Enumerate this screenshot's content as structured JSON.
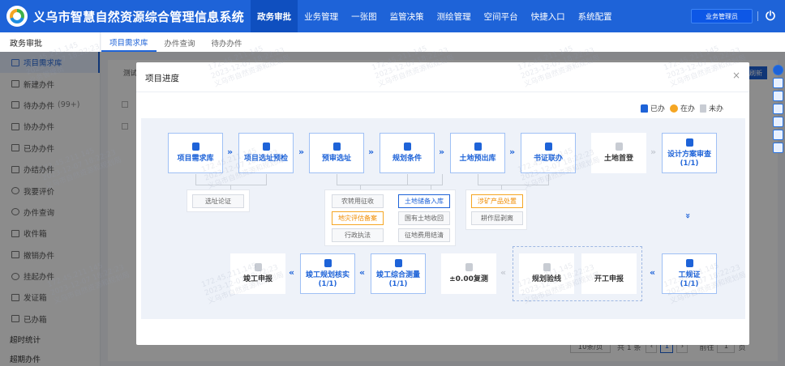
{
  "app": {
    "title": "义乌市智慧自然资源综合管理信息系统"
  },
  "topnav": [
    {
      "label": "政务审批",
      "active": true
    },
    {
      "label": "业务管理"
    },
    {
      "label": "一张图"
    },
    {
      "label": "监管决策"
    },
    {
      "label": "测绘管理"
    },
    {
      "label": "空间平台"
    },
    {
      "label": "快捷入口"
    },
    {
      "label": "系统配置"
    }
  ],
  "user": {
    "label": "业务管理员"
  },
  "sidebar": {
    "head": "政务审批",
    "items": [
      {
        "label": "项目需求库",
        "active": true
      },
      {
        "label": "新建办件"
      },
      {
        "label": "待办办件",
        "count": "(99+)"
      },
      {
        "label": "协办办件"
      },
      {
        "label": "已办办件"
      },
      {
        "label": "办结办件"
      },
      {
        "label": "我要评价"
      },
      {
        "label": "办件查询"
      },
      {
        "label": "收件箱"
      },
      {
        "label": "撤销办件"
      },
      {
        "label": "挂起办件"
      },
      {
        "label": "发证箱"
      },
      {
        "label": "已办箱"
      }
    ],
    "footer": [
      "超时统计",
      "超期办件"
    ]
  },
  "tabs": [
    {
      "label": "项目需求库",
      "active": true
    },
    {
      "label": "办件查询"
    },
    {
      "label": "待办办件"
    }
  ],
  "bg": {
    "label": "测试",
    "refresh": "刷新",
    "pager": {
      "per_page": "10条/页",
      "total": "共 1 条",
      "page": "1",
      "goto": "前往",
      "goto_page": "1",
      "unit": "页"
    }
  },
  "modal": {
    "title": "项目进度",
    "close": "×",
    "legend": {
      "done": "已办",
      "doing": "在办",
      "todo": "未办"
    },
    "row1": [
      {
        "label": "项目需求库",
        "status": "done"
      },
      {
        "label": "项目选址预检",
        "status": "done"
      },
      {
        "label": "预审选址",
        "status": "done"
      },
      {
        "label": "规划条件",
        "status": "done"
      },
      {
        "label": "土地预出库",
        "status": "done"
      },
      {
        "label": "书证联办",
        "status": "done"
      },
      {
        "label": "土地首登",
        "status": "todo"
      },
      {
        "label": "设计方案审查",
        "sub": "(1/1)",
        "status": "done"
      }
    ],
    "row2": [
      {
        "label": "竣工申报",
        "status": "todo"
      },
      {
        "label": "竣工规划核实",
        "sub": "(1/1)",
        "status": "done"
      },
      {
        "label": "竣工综合测量",
        "sub": "(1/1)",
        "status": "done"
      },
      {
        "label": "±0.00复测",
        "status": "todo"
      },
      {
        "label": "规划验线",
        "status": "todo"
      },
      {
        "label": "开工申报",
        "status": "todo"
      },
      {
        "label": "工规证",
        "sub": "(1/1)",
        "status": "done"
      }
    ],
    "sub": {
      "g1": [
        "选址论证"
      ],
      "g2": [
        "农转用征收",
        "地灾评估备案",
        "行政执法"
      ],
      "g3": [
        "土地储备入库",
        "国有土地收回",
        "征地费用结清"
      ],
      "g4": [
        "涉矿产品处置",
        "耕作层剥离"
      ]
    }
  },
  "watermark": [
    "172.45.211.145",
    "2023-12-07 18:22:23",
    "业务管理员",
    "义乌市自然资源和规划局"
  ],
  "colors": {
    "primary": "#1e63d8",
    "doing": "#f5a623",
    "todo": "#c8ccd3"
  }
}
